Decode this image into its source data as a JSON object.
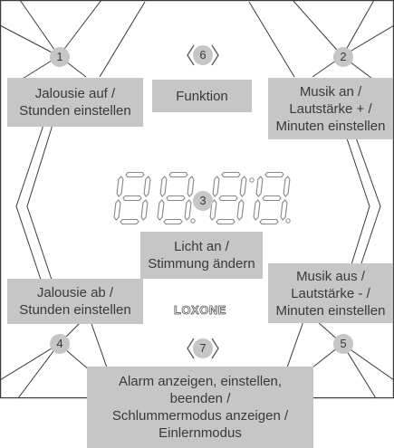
{
  "labels": {
    "l1": "Jalousie auf /\nStunden einstellen",
    "l2": "Musik an /\nLautstärke + /\nMinuten einstellen",
    "l3": "Licht an /\nStimmung ändern",
    "l4": "Jalousie ab /\nStunden einstellen",
    "l5": "Musik aus /\nLautstärke - /\nMinuten einstellen",
    "l6": "Funktion",
    "l7": "Alarm anzeigen, einstellen,\nbeenden /\nSchlummermodus anzeigen /\nEinlernmodus"
  },
  "badges": {
    "b1": "1",
    "b2": "2",
    "b3": "3",
    "b4": "4",
    "b5": "5",
    "b6": "6",
    "b7": "7"
  },
  "brand": "LOXONE",
  "colors": {
    "label_bg": "#c6c6c6",
    "line": "#3a3a3a",
    "segment_outline": "#888888"
  },
  "icons": {
    "clock_digits": "seven-segment-88-88",
    "chevrons": "angle-brackets"
  }
}
